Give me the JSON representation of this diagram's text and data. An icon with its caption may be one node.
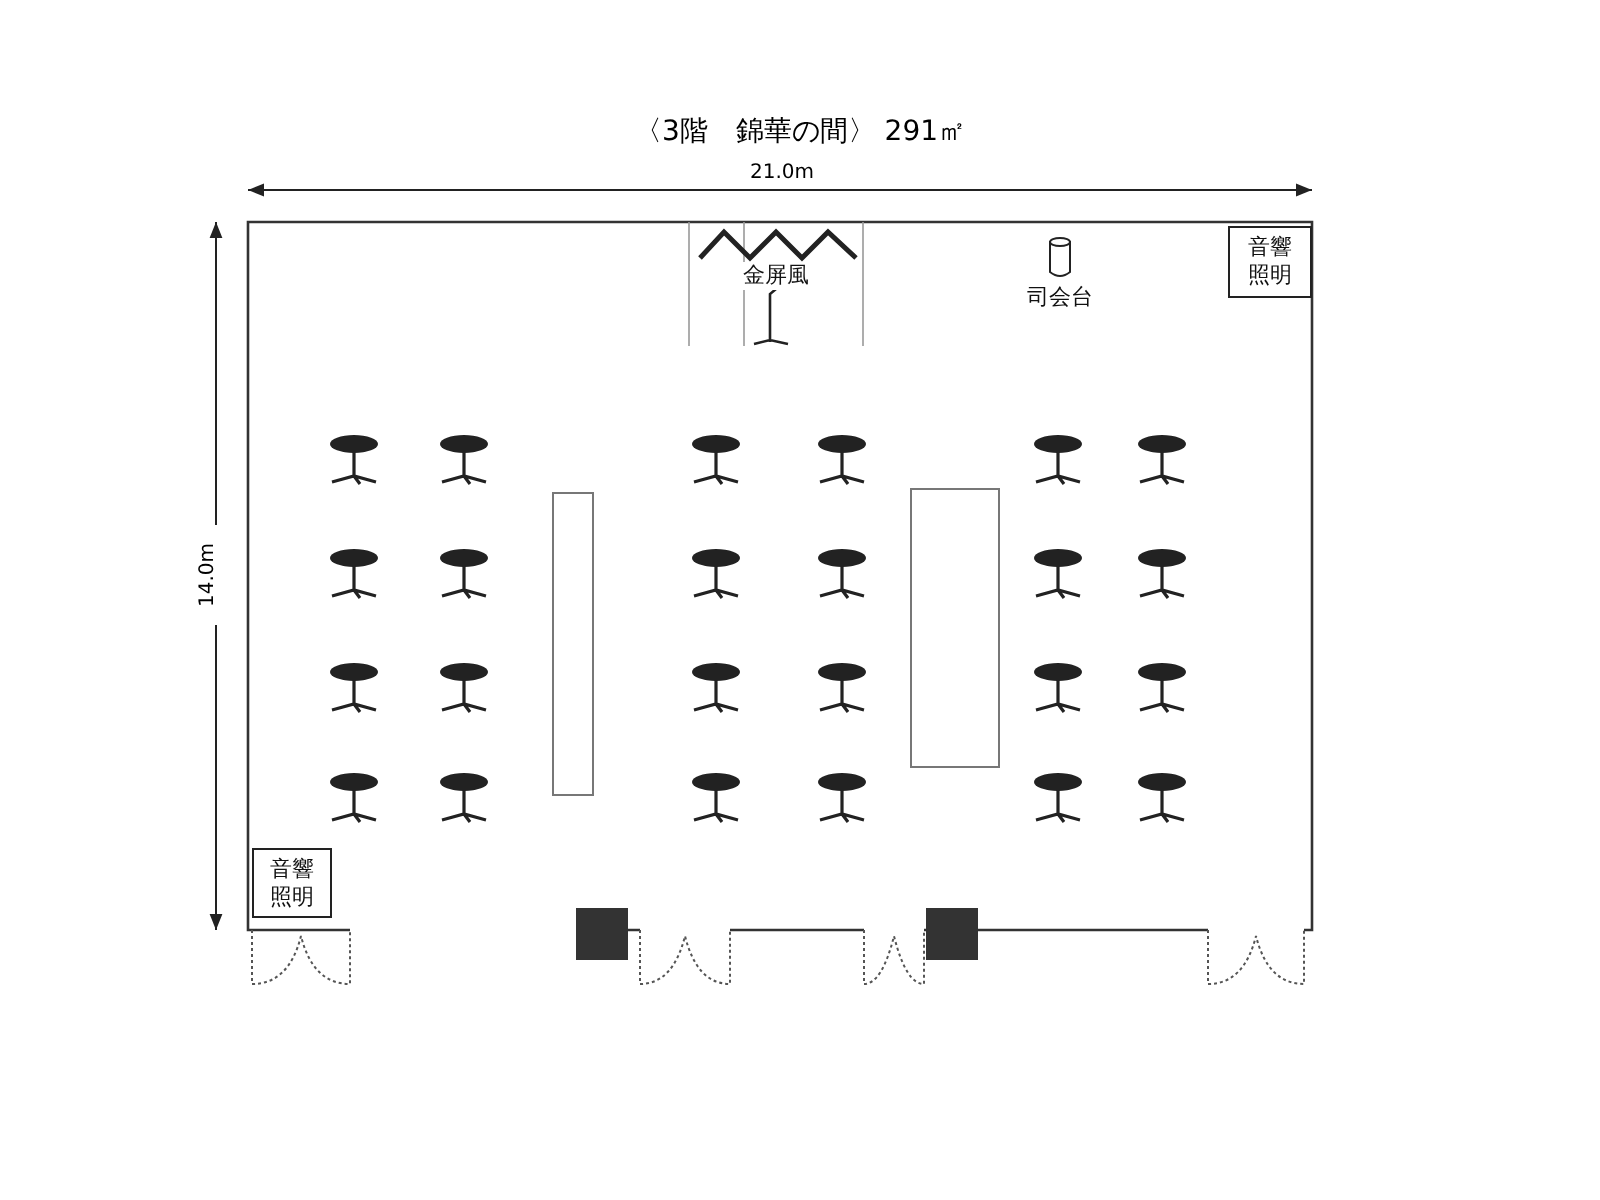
{
  "diagram": {
    "title": "〈3階　錦華の間〉 291㎡",
    "nodes": [
      {
        "text": [
          "音響照明"
        ]
      },
      {
        "text": [
          "金屏風"
        ]
      },
      {
        "text": [
          "司会台"
        ]
      },
      {
        "text": [
          "音響照明"
        ]
      },
      {
        "text": [],
        "shape": "box"
      },
      {
        "text": [],
        "shape": "box"
      }
    ],
    "labels": [
      "21.0m",
      "14.0m"
    ]
  }
}
